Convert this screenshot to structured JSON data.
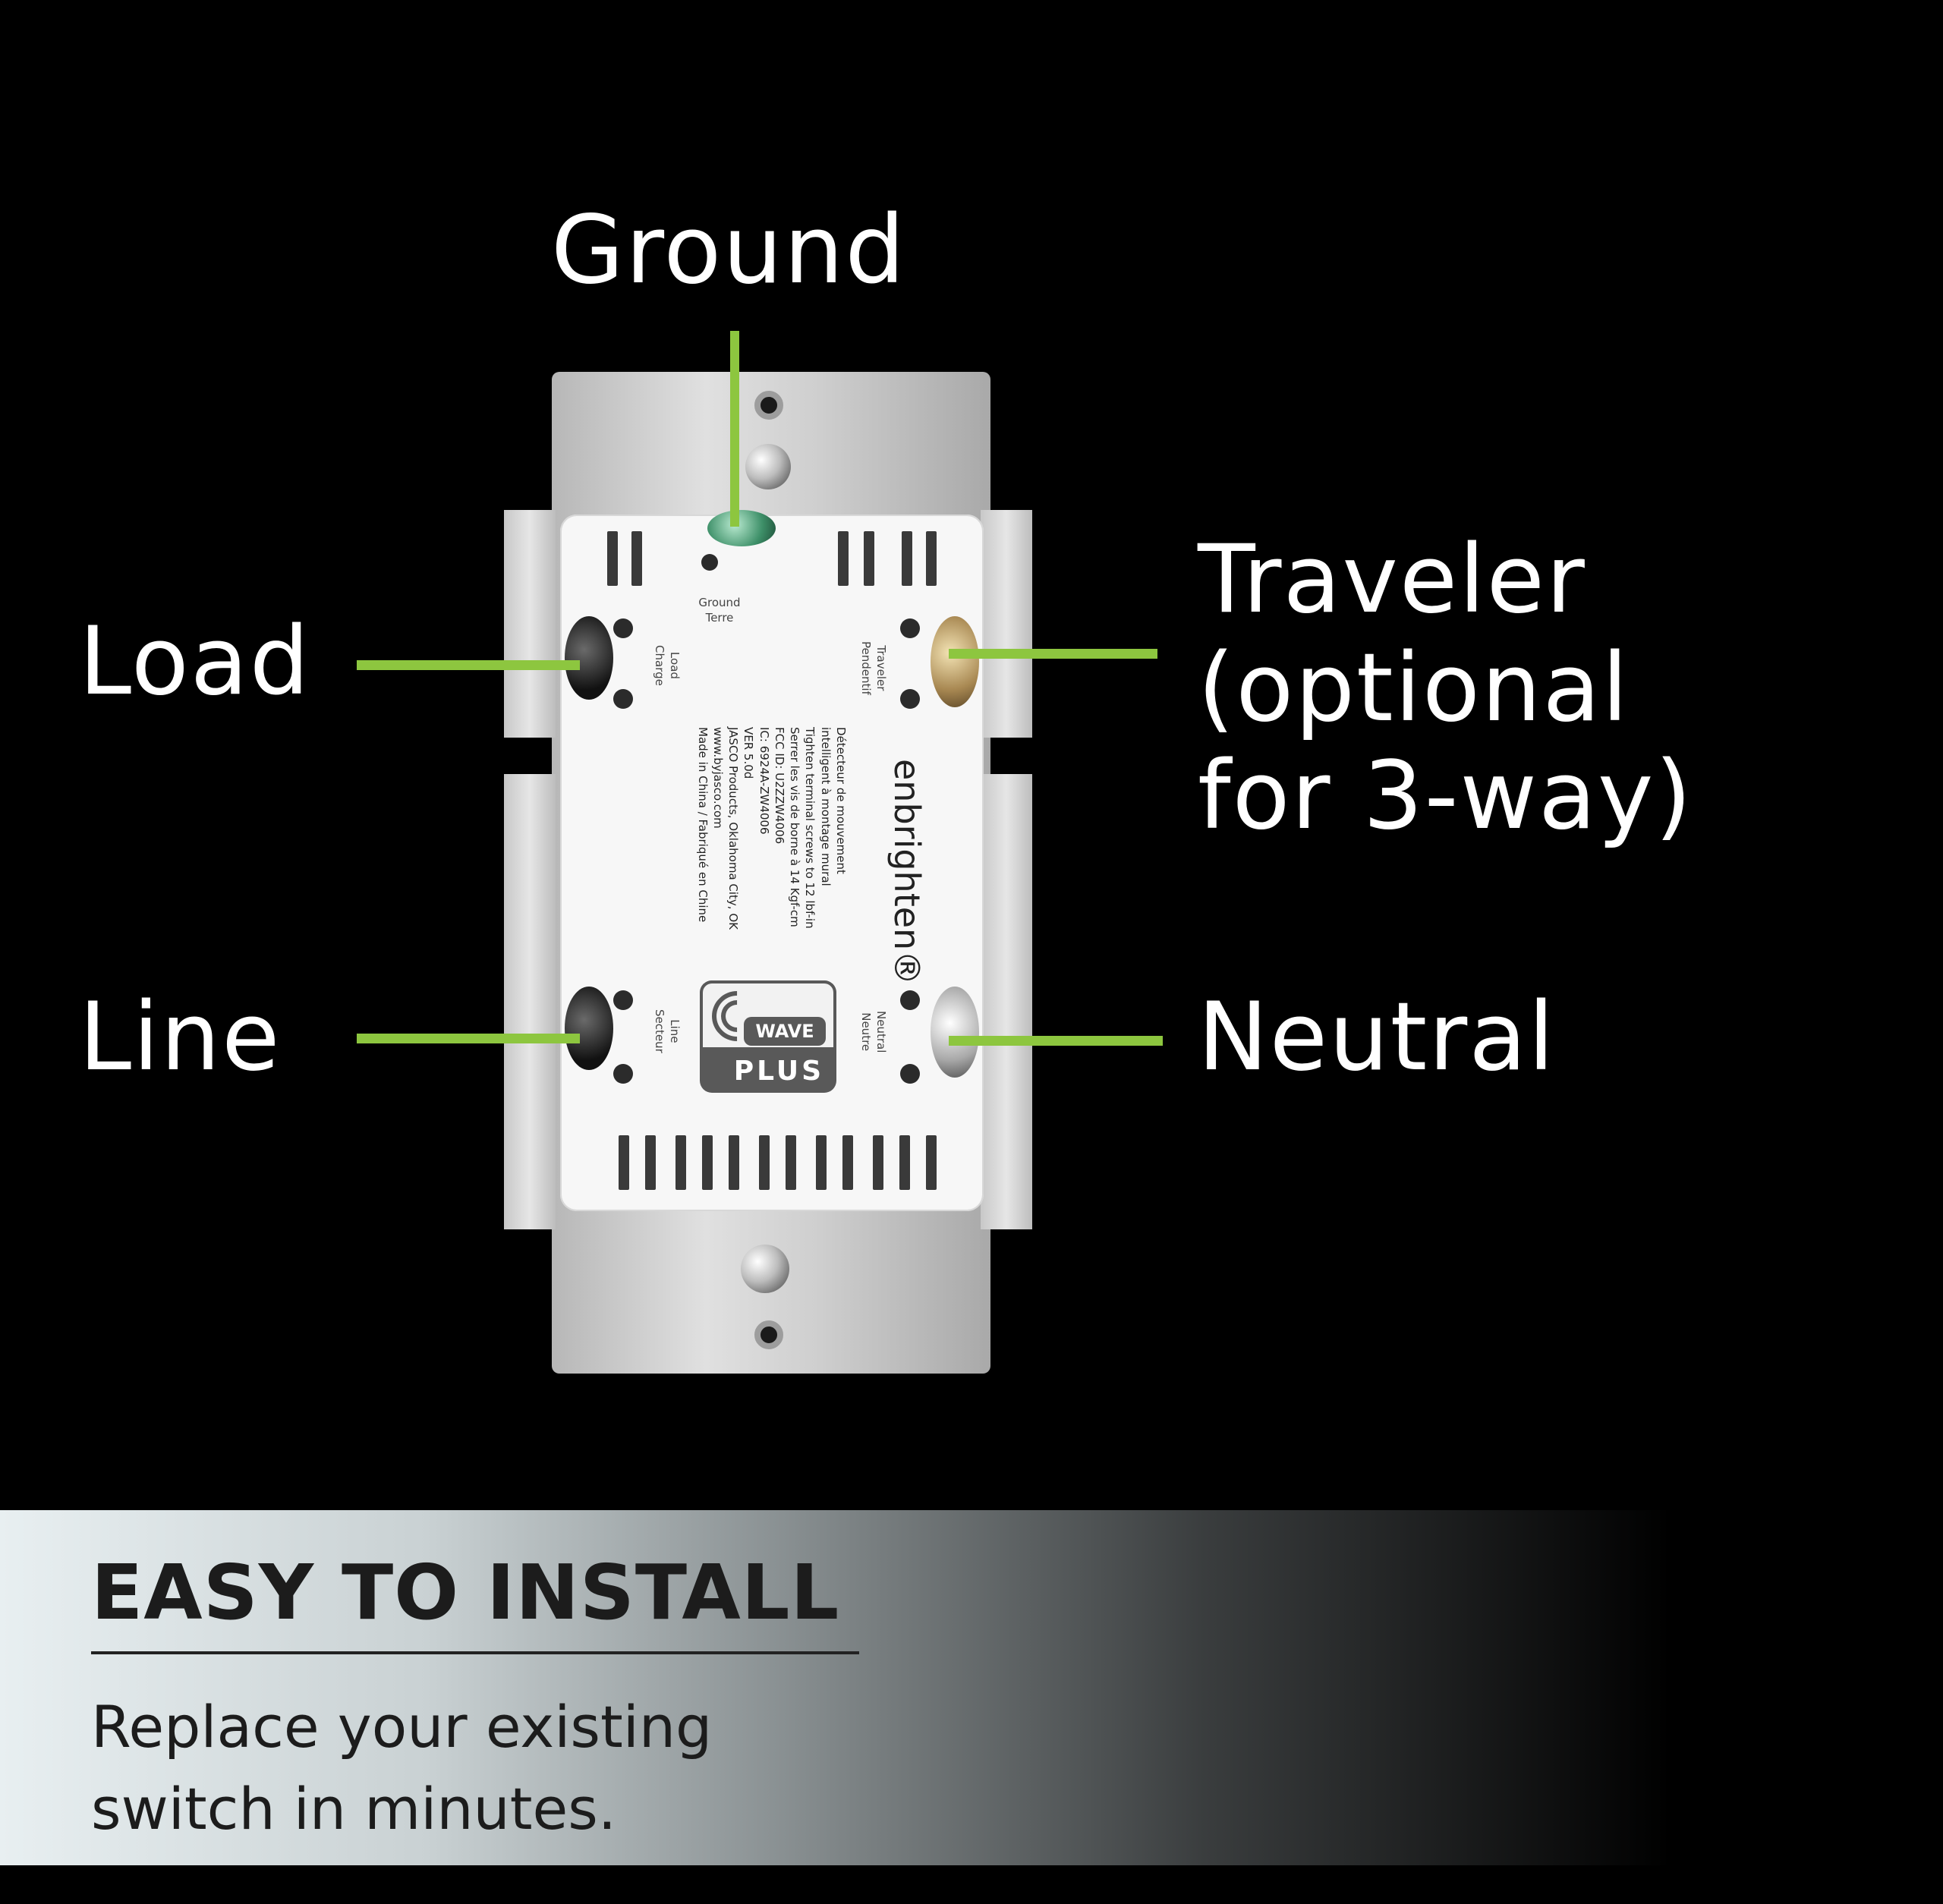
{
  "callouts": {
    "ground": "Ground",
    "load": "Load",
    "line": "Line",
    "traveler": "Traveler\n(optional\nfor 3-way)",
    "neutral": "Neutral"
  },
  "switch_labels": {
    "ground": "Ground\nTerre",
    "load": "Load\nCharge",
    "line": "Line\nSecteur",
    "traveler": "Traveler\nPendentif",
    "neutral": "Neutral\nNeutre",
    "brand": "enbrighten®",
    "product_text": "Détecteur de mouvement\nintelligent à montage mural\nTighten terminal screws to 12 lbf-in\nSerrer les vis de borne à 14 Kgf-cm\nFCC ID: U2ZZW4006\nIC: 6924A-ZW4006\nVER 5.0d\nJASCO Products, Oklahoma City, OK\nwww.byjasco.com\nMade in China / Fabriqué en Chine",
    "zwave_badge": "WAVE",
    "zwave_plus": "PLUS"
  },
  "banner": {
    "heading": "EASY TO INSTALL",
    "subtext": "Replace your existing switch in minutes."
  },
  "colors": {
    "accent_line": "#8dc63f",
    "background": "#000000",
    "label_text": "#ffffff"
  }
}
